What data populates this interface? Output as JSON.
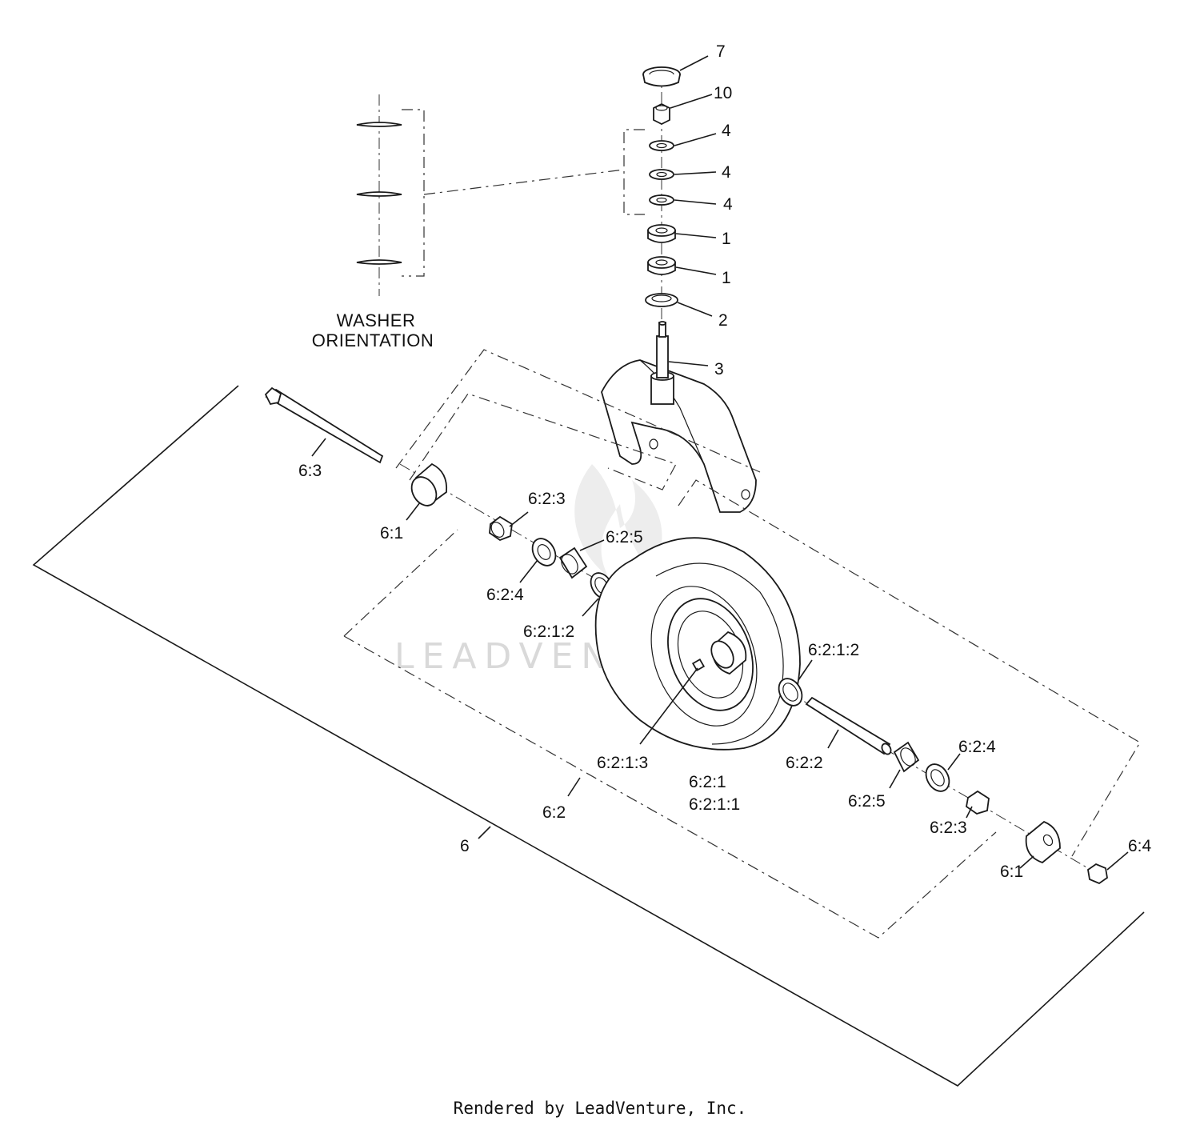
{
  "watermark": "LEADVENTURE",
  "footer": "Rendered by LeadVenture, Inc.",
  "inset": {
    "caption_line1": "WASHER",
    "caption_line2": "ORIENTATION"
  },
  "callouts": [
    {
      "id": "7",
      "text": "7"
    },
    {
      "id": "10",
      "text": "10"
    },
    {
      "id": "4a",
      "text": "4"
    },
    {
      "id": "4b",
      "text": "4"
    },
    {
      "id": "4c",
      "text": "4"
    },
    {
      "id": "1a",
      "text": "1"
    },
    {
      "id": "1b",
      "text": "1"
    },
    {
      "id": "2",
      "text": "2"
    },
    {
      "id": "3",
      "text": "3"
    },
    {
      "id": "6-3",
      "text": "6:3"
    },
    {
      "id": "6-1-left",
      "text": "6:1"
    },
    {
      "id": "6-2-3-left",
      "text": "6:2:3"
    },
    {
      "id": "6-2-5-left",
      "text": "6:2:5"
    },
    {
      "id": "6-2-4-left",
      "text": "6:2:4"
    },
    {
      "id": "6-2-1-2-left",
      "text": "6:2:1:2"
    },
    {
      "id": "6-2-1-2-right",
      "text": "6:2:1:2"
    },
    {
      "id": "6-2-1-3",
      "text": "6:2:1:3"
    },
    {
      "id": "6-2-1",
      "text": "6:2:1"
    },
    {
      "id": "6-2-1-1",
      "text": "6:2:1:1"
    },
    {
      "id": "6-2-2",
      "text": "6:2:2"
    },
    {
      "id": "6-2-4-right",
      "text": "6:2:4"
    },
    {
      "id": "6-2-5-right",
      "text": "6:2:5"
    },
    {
      "id": "6-2-3-right",
      "text": "6:2:3"
    },
    {
      "id": "6-2",
      "text": "6:2"
    },
    {
      "id": "6",
      "text": "6"
    },
    {
      "id": "6-1-right",
      "text": "6:1"
    },
    {
      "id": "6-4",
      "text": "6:4"
    }
  ]
}
